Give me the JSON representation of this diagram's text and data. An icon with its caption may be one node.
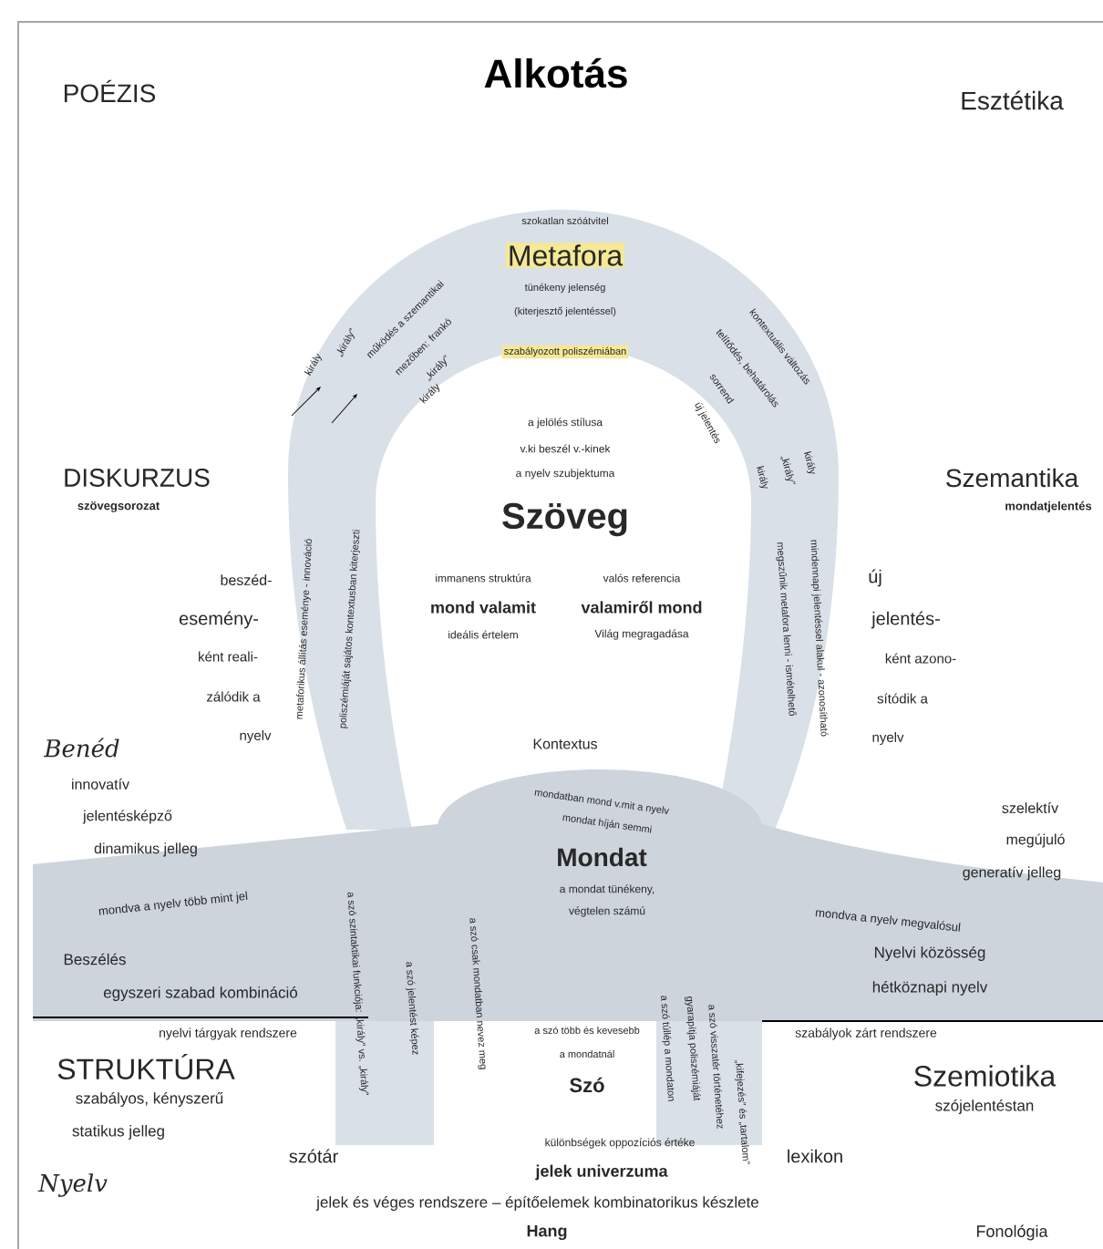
{
  "diagram": {
    "title": "Alkotás",
    "labels": [
      "POÉZIS",
      "Esztétika",
      "szokatlan szóátvitel",
      "Metafora",
      "tünékeny jelenség",
      "(kiterjesztő jelentéssel)",
      "szabályozott poliszémiában",
      "király",
      "„király”",
      "működés a szemantikai",
      "mezőben: frankó",
      "„király”",
      "király",
      "kontextuális változás",
      "telítődés, behatárolás",
      "sorrend",
      "új jelentés",
      "király",
      "„király”",
      "király",
      "a jelölés stílusa",
      "v.ki beszél v.-kinek",
      "a nyelv szubjektuma",
      "Szöveg",
      "DISKURZUS",
      "szövegsorozat",
      "Szemantika",
      "mondatjelentés",
      "metaforikus állítás eseménye - innováció",
      "poliszémiáját sajátos kontextusban kiterjeszti",
      "megszűnik metafora lenni - ismételhető",
      "mindennapi jelentéssel alakul - azonosítható",
      "immanens struktúra",
      "mond valamit",
      "ideális értelem",
      "valós referencia",
      "valamiről mond",
      "Világ megragadása",
      "beszéd-",
      "esemény-",
      "ként reali-",
      "zálódik a",
      "nyelv",
      "új",
      "jelentés-",
      "ként azono-",
      "sítódik a",
      "nyelv",
      "Kontextus",
      "Benéd",
      "innovatív",
      "jelentésképző",
      "dinamikus jelleg",
      "szelektív",
      "megújuló",
      "generatív jelleg",
      "mondatban mond v.mit a nyelv",
      "mondat híján semmi",
      "Mondat",
      "a mondat tünékeny,",
      "végtelen számú",
      "mondva a nyelv több mint jel",
      "mondva a nyelv megvalósul",
      "Beszélés",
      "egyszeri szabad kombináció",
      "Nyelvi közösség",
      "hétköznapi nyelv",
      "a szó szintaktikai funkciója: „király” vs. „király”",
      "a szó jelentést képez",
      "a szó csak mondatban nevez meg",
      "a szó túllép a mondaton",
      "gyarapítja poliszémiáját",
      "a szó visszatér történetéhez",
      "„kifejezés” és „tartalom”",
      "nyelvi tárgyak rendszere",
      "a szó több és kevesebb",
      "a mondatnál",
      "szabályok zárt rendszere",
      "STRUKTÚRA",
      "Szó",
      "Szemiotika",
      "szabályos, kényszerű",
      "szójelentéstan",
      "statikus jelleg",
      "különbségek oppozíciós értéke",
      "szótár",
      "lexikon",
      "jelek univerzuma",
      "Nyelv",
      "jelek és véges rendszere – építőelemek kombinatorikus készlete",
      "Hang",
      "Fonológia"
    ]
  }
}
